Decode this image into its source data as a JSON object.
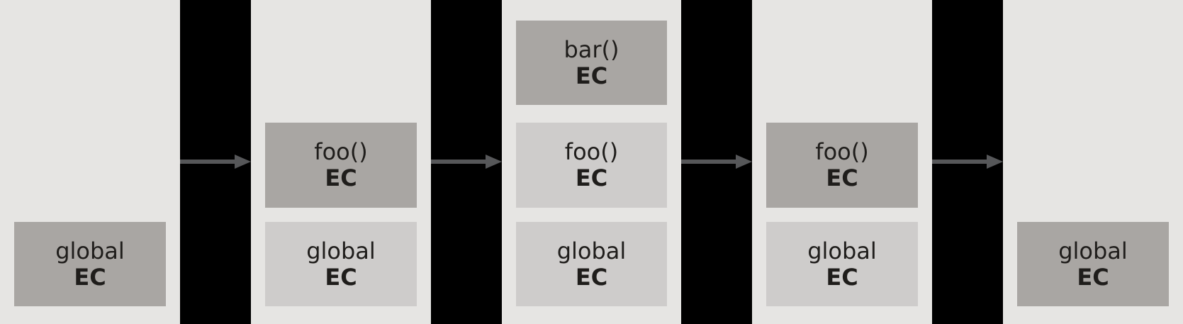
{
  "diagram": {
    "type": "execution-context-stack-timeline",
    "colors": {
      "panel_bg": "#e6e5e3",
      "divider_bg": "#000000",
      "active_box_bg": "#a9a6a3",
      "inactive_box_bg": "#cecccb",
      "arrow": "#565759",
      "text": "#1f1d1b"
    },
    "stacks": [
      {
        "boxes": [
          {
            "title": "global",
            "label": "EC",
            "state": "active",
            "row": "bottom"
          }
        ]
      },
      {
        "boxes": [
          {
            "title": "foo()",
            "label": "EC",
            "state": "active",
            "row": "middle"
          },
          {
            "title": "global",
            "label": "EC",
            "state": "inactive",
            "row": "bottom"
          }
        ]
      },
      {
        "boxes": [
          {
            "title": "bar()",
            "label": "EC",
            "state": "active",
            "row": "top"
          },
          {
            "title": "foo()",
            "label": "EC",
            "state": "inactive",
            "row": "middle"
          },
          {
            "title": "global",
            "label": "EC",
            "state": "inactive",
            "row": "bottom"
          }
        ]
      },
      {
        "boxes": [
          {
            "title": "foo()",
            "label": "EC",
            "state": "active",
            "row": "middle"
          },
          {
            "title": "global",
            "label": "EC",
            "state": "inactive",
            "row": "bottom"
          }
        ]
      },
      {
        "boxes": [
          {
            "title": "global",
            "label": "EC",
            "state": "active",
            "row": "bottom"
          }
        ]
      }
    ],
    "arrows": [
      {
        "icon": "right-arrow-icon"
      },
      {
        "icon": "right-arrow-icon"
      },
      {
        "icon": "right-arrow-icon"
      },
      {
        "icon": "right-arrow-icon"
      }
    ]
  }
}
